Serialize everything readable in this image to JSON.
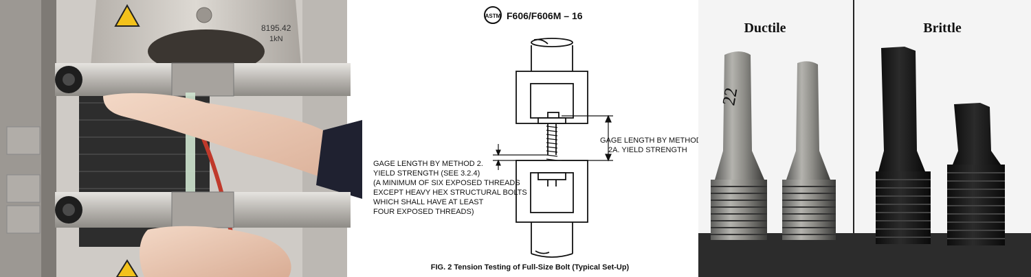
{
  "left_photo": {
    "machine_label_line1": "8195.42",
    "machine_label_line2": "1kN"
  },
  "diagram": {
    "header": "F606/F606M – 16",
    "label_right_line1": "GAGE LENGTH BY METHOD",
    "label_right_line2": "2A. YIELD STRENGTH",
    "label_left_lines": [
      "GAGE LENGTH BY METHOD 2.",
      "YIELD STRENGTH (SEE 3.2.4)",
      "(A MINIMUM OF SIX EXPOSED THREADS",
      "EXCEPT HEAVY HEX STRUCTURAL BOLTS",
      "WHICH SHALL HAVE AT LEAST",
      "FOUR EXPOSED THREADS)"
    ],
    "caption": "FIG. 2  Tension Testing of Full-Size Bolt (Typical Set-Up)"
  },
  "right_photo": {
    "label_left": "Ductile",
    "label_right": "Brittle",
    "bolt_marking": "22"
  },
  "colors": {
    "steel": "#b8b6b2",
    "dark_machine": "#3a3a3a",
    "black_bolt": "#1a1a1a"
  }
}
